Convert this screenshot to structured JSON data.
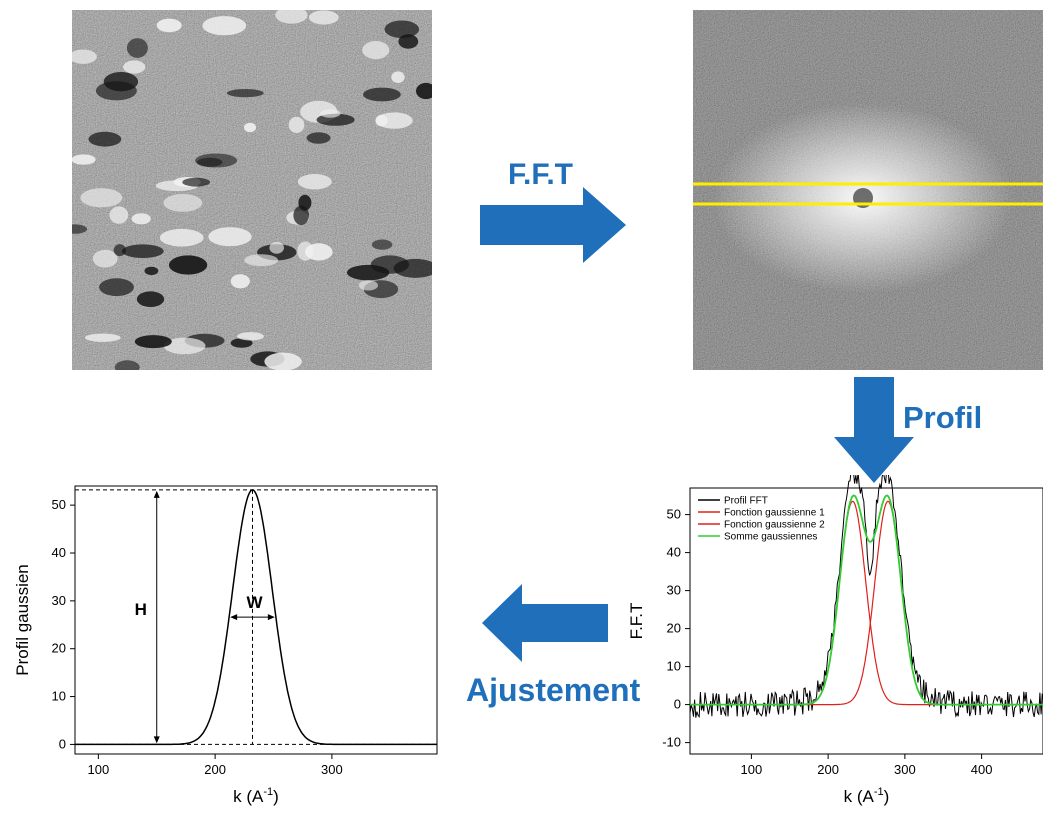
{
  "flow": {
    "fft_label": "F.F.T",
    "profil_label": "Profil",
    "ajustement_label": "Ajustement"
  },
  "images": {
    "real_space": "noisy grayscale real-space image with bright and dark domains",
    "fft": "noisy grayscale FFT image with bright central halo and dark center",
    "fft_line_color": "#ffee00"
  },
  "colors": {
    "arrow": "#1f6fba",
    "profile": "#000000",
    "gauss": "#e0201c",
    "sum": "#33cc33"
  },
  "chart_data": [
    {
      "type": "line",
      "xlabel": "k (A",
      "xlabel_sup": "-1",
      "xlabel_end": ")",
      "ylabel": "Profil gaussien",
      "xlim": [
        80,
        390
      ],
      "ylim": [
        -2,
        54
      ],
      "xticks": [
        100,
        200,
        300
      ],
      "yticks": [
        0,
        10,
        20,
        30,
        40,
        50
      ],
      "series": [
        {
          "gaussian": {
            "amplitude": 53.2,
            "center": 232,
            "sigma": 17
          }
        }
      ],
      "annotations": {
        "H": "H",
        "W": "W"
      },
      "reference": {
        "peak_y": 53.2,
        "peak_x": 232,
        "h_x": 150,
        "w_half": 53.2
      }
    },
    {
      "type": "line",
      "xlabel": "k (A",
      "xlabel_sup": "-1",
      "xlabel_end": ")",
      "ylabel": "F.F.T",
      "xlim": [
        20,
        480
      ],
      "ylim": [
        -13,
        57
      ],
      "xticks": [
        100,
        200,
        300,
        400
      ],
      "yticks": [
        -10,
        0,
        10,
        20,
        30,
        40,
        50
      ],
      "legend_position": "top-left",
      "series": [
        {
          "name": "Profil FFT",
          "color": "#000000",
          "kind": "noisy"
        },
        {
          "name": "Fonction gaussienne 1",
          "color": "#e0201c",
          "gaussian": {
            "amplitude": 53.5,
            "center": 232,
            "sigma": 17
          }
        },
        {
          "name": "Fonction gaussienne 2",
          "color": "#e0201c",
          "gaussian": {
            "amplitude": 53.5,
            "center": 278,
            "sigma": 17
          }
        },
        {
          "name": "Somme gaussiennes",
          "color": "#33cc33",
          "kind": "sum"
        }
      ]
    }
  ]
}
